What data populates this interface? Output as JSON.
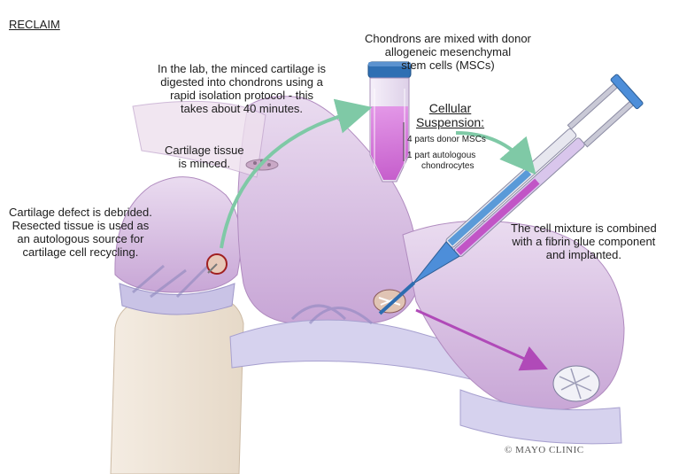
{
  "title": "RECLAIM",
  "labels": {
    "chondrons_mixed": [
      "Chondrons are mixed with donor",
      "allogeneic mesenchymal",
      "stem cells (MSCs)"
    ],
    "lab_digest": [
      "In the lab, the minced cartilage is",
      "digested into chondrons using a",
      "rapid isolation protocol - this",
      "takes about 40 minutes."
    ],
    "cartilage_minced": [
      "Cartilage tissue",
      "is minced."
    ],
    "defect_debrided": [
      "Cartilage defect is debrided.",
      "Resected tissue is used as",
      "an autologous source for",
      "cartilage cell recycling."
    ],
    "cell_mixture": [
      "The cell mixture is combined",
      "with a fibrin glue component",
      "and implanted."
    ]
  },
  "cellular_suspension": {
    "title": [
      "Cellular",
      "Suspension:"
    ],
    "items": [
      "4 parts donor MSCs",
      "1 part autologous",
      "chondrocytes"
    ]
  },
  "copyright": "© MAYO CLINIC",
  "colors": {
    "cartilage_purple": "#d9bfe0",
    "bone": "#eee4d8",
    "arrow_green": "#7fc9a6",
    "arrow_purple": "#b04ab8",
    "tube_cap": "#2f6fb3",
    "syringe_blue": "#4d8ed9"
  }
}
